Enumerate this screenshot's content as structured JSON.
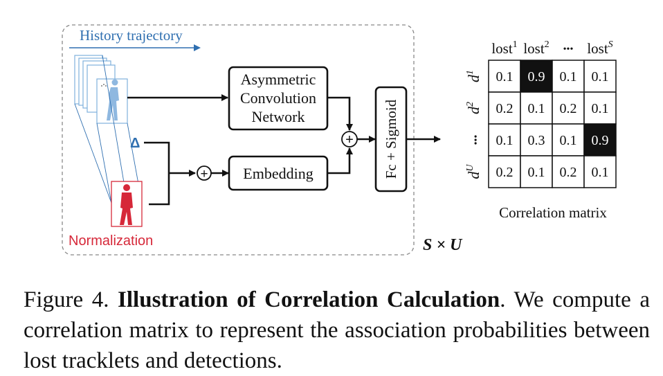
{
  "diagram": {
    "history_label": "History trajectory",
    "normalization_label": "Normalization",
    "delta_symbol": "Δ",
    "asym_lines": [
      "Asymmetric",
      "Convolution",
      "Network"
    ],
    "embedding_label": "Embedding",
    "fc_label": "Fc + Sigmoid",
    "sxu_label": "S × U",
    "plus_symbol": "+",
    "matrix_title": "Correlation matrix",
    "col_headers": [
      {
        "base": "lost",
        "sup": "1"
      },
      {
        "base": "lost",
        "sup": "2"
      },
      {
        "base": "•••",
        "sup": ""
      },
      {
        "base": "lost",
        "sup": "S"
      }
    ],
    "row_headers": [
      {
        "base": "d",
        "sup": "1"
      },
      {
        "base": "d",
        "sup": "2"
      },
      {
        "base": "•••",
        "sup": ""
      },
      {
        "base": "d",
        "sup": "U"
      }
    ],
    "matrix": [
      [
        "0.1",
        "0.9",
        "0.1",
        "0.1"
      ],
      [
        "0.2",
        "0.1",
        "0.2",
        "0.1"
      ],
      [
        "0.1",
        "0.3",
        "0.1",
        "0.9"
      ],
      [
        "0.2",
        "0.1",
        "0.2",
        "0.1"
      ]
    ],
    "highlight_cells": [
      [
        0,
        1
      ],
      [
        2,
        3
      ]
    ],
    "colors": {
      "history_blue": "#2f6fb0",
      "person_blue": "#8fb8e0",
      "normalization_red": "#d62839",
      "dash_gray": "#888888",
      "ink": "#111111",
      "highlight": "#111111"
    }
  },
  "caption": {
    "prefix": "Figure 4. ",
    "title": "Illustration of Correlation Calculation",
    "body": ". We compute a correlation matrix to represent the association probabilities between lost tracklets and detections."
  }
}
